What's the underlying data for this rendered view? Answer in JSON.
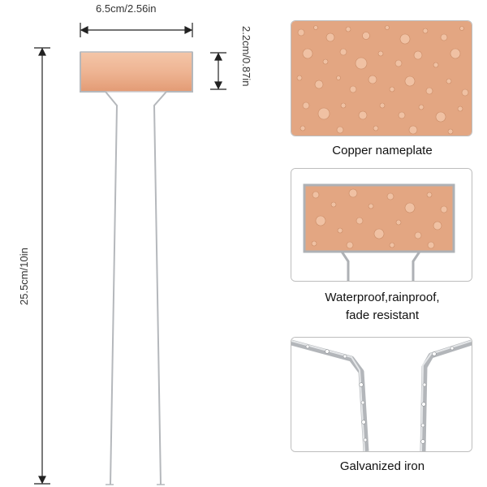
{
  "dimensions": {
    "width_label": "6.5cm/2.56in",
    "plate_height_label": "2.2cm/0.87in",
    "total_height_label": "25.5cm/10in"
  },
  "features": [
    {
      "icon": "copper-texture-icon",
      "caption": "Copper nameplate"
    },
    {
      "icon": "waterproof-plate-icon",
      "caption_line1": "Waterproof,rainproof,",
      "caption_line2": "fade resistant"
    },
    {
      "icon": "galvanized-wire-icon",
      "caption": "Galvanized iron"
    }
  ],
  "colors": {
    "copper": "#e6a47f",
    "copper_light": "#f2c3a6",
    "wire": "#b9bcc0",
    "dimension_line": "#222222"
  }
}
